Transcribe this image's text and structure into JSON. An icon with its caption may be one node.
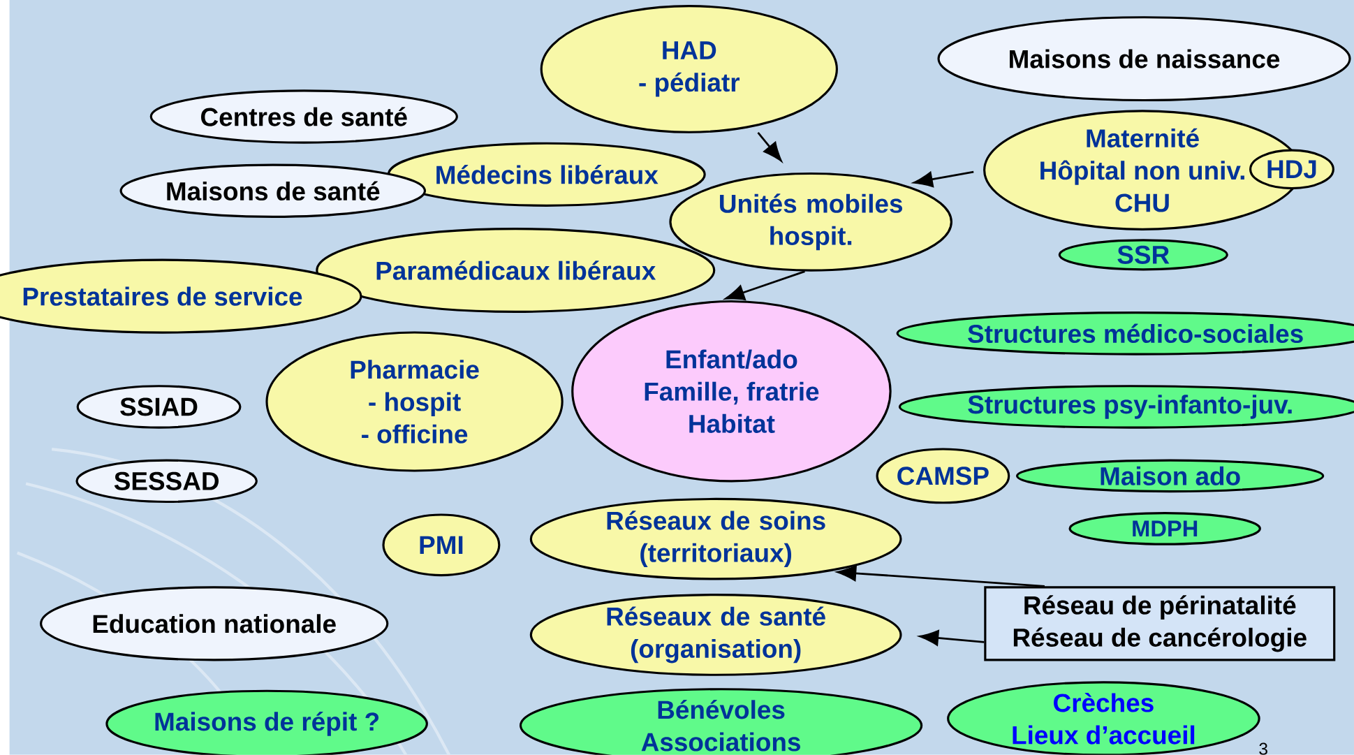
{
  "diagram": {
    "nodes": [
      {
        "text": [
          "HAD",
          "-  pédiatr"
        ]
      },
      {
        "text": [
          "Maisons de naissance"
        ]
      },
      {
        "text": [
          "Centres de santé"
        ]
      },
      {
        "text": [
          "Médecins libéraux"
        ]
      },
      {
        "text": [
          "Maisons de santé"
        ]
      },
      {
        "text": [
          "Unités mobiles hospit."
        ]
      },
      {
        "text": [
          "Maternité",
          "Hôpital non univ.",
          "CHU"
        ]
      },
      {
        "text": [
          "HDJ"
        ]
      },
      {
        "text": [
          "SSR"
        ]
      },
      {
        "text": [
          "Paramédicaux libéraux"
        ]
      },
      {
        "text": [
          "Prestataires de service"
        ]
      },
      {
        "text": [
          "Structures médico-sociales"
        ]
      },
      {
        "text": [
          "Pharmacie",
          "- hospit",
          "-  officine"
        ]
      },
      {
        "text": [
          "Enfant/ado",
          "Famille, fratrie",
          "Habitat"
        ]
      },
      {
        "text": [
          "SSIAD"
        ]
      },
      {
        "text": [
          "Structures psy-infanto-juv."
        ]
      },
      {
        "text": [
          "SESSAD"
        ]
      },
      {
        "text": [
          "CAMSP"
        ]
      },
      {
        "text": [
          "Maison ado"
        ]
      },
      {
        "text": [
          "MDPH"
        ]
      },
      {
        "text": [
          "PMI"
        ]
      },
      {
        "text": [
          "Réseaux de soins (territoriaux)"
        ]
      },
      {
        "text": [
          "Réseau de périnatalité",
          "Réseau de cancérologie"
        ]
      },
      {
        "text": [
          "Education nationale"
        ]
      },
      {
        "text": [
          "Réseaux de santé (organisation)"
        ]
      },
      {
        "text": [
          "Maisons de répit ?"
        ]
      },
      {
        "text": [
          "Bénévoles",
          "Associations"
        ]
      },
      {
        "text": [
          "Crèches",
          "Lieux d’accueil"
        ]
      }
    ],
    "edges": [
      {
        "from": 0,
        "to": 5,
        "arrow": "to"
      },
      {
        "from": 6,
        "to": 5,
        "arrow": "to"
      },
      {
        "from": 5,
        "to": 13,
        "arrow": "to"
      },
      {
        "from": 22,
        "to": 21,
        "arrow": "to"
      },
      {
        "from": 22,
        "to": 24,
        "arrow": "to"
      }
    ],
    "labels": [
      "3"
    ]
  }
}
